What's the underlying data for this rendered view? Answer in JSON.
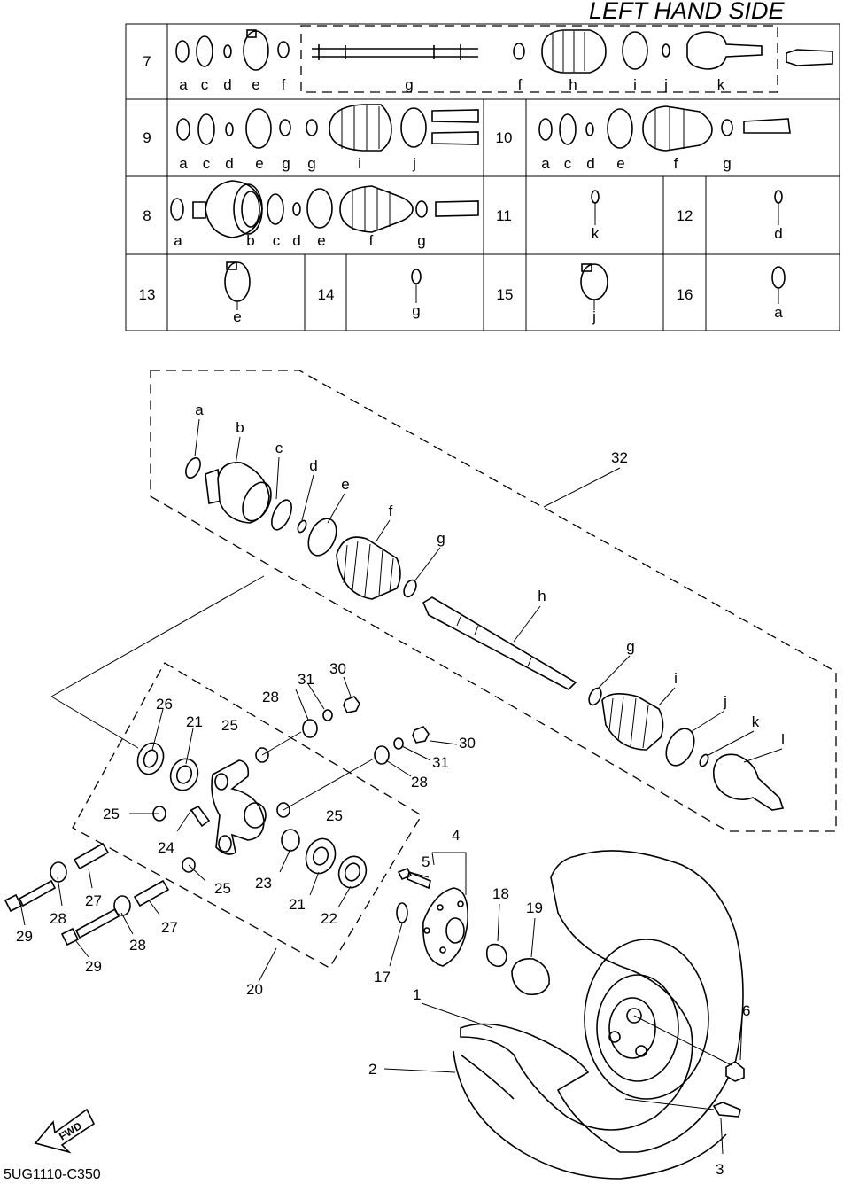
{
  "title": "LEFT HAND SIDE",
  "reference_code": "5UG1110-C350",
  "fwd_label": "FWD",
  "kit_table": [
    {
      "row": "7",
      "labels": [
        "a",
        "c",
        "d",
        "e",
        "f",
        "g",
        "f",
        "h",
        "i",
        "j",
        "k"
      ]
    },
    {
      "row": "9",
      "labels": [
        "a",
        "c",
        "d",
        "e",
        "g",
        "g",
        "i",
        "j"
      ]
    },
    {
      "row": "10",
      "labels": [
        "a",
        "c",
        "d",
        "e",
        "f",
        "g"
      ]
    },
    {
      "row": "8",
      "labels": [
        "a",
        "b",
        "c",
        "d",
        "e",
        "f",
        "g"
      ]
    },
    {
      "row": "11",
      "labels": [
        "k"
      ]
    },
    {
      "row": "12",
      "labels": [
        "d"
      ]
    },
    {
      "row": "13",
      "labels": [
        "e"
      ]
    },
    {
      "row": "14",
      "labels": [
        "g"
      ]
    },
    {
      "row": "15",
      "labels": [
        "j"
      ]
    },
    {
      "row": "16",
      "labels": [
        "a"
      ]
    }
  ],
  "shaft_letters": [
    "a",
    "b",
    "c",
    "d",
    "e",
    "f",
    "g",
    "h",
    "g",
    "i",
    "j",
    "k",
    "l"
  ],
  "part_numbers": [
    "1",
    "2",
    "3",
    "4",
    "5",
    "6",
    "17",
    "18",
    "19",
    "20",
    "21",
    "21",
    "22",
    "23",
    "24",
    "25",
    "25",
    "25",
    "25",
    "26",
    "27",
    "27",
    "28",
    "28",
    "28",
    "28",
    "29",
    "29",
    "30",
    "30",
    "31",
    "31",
    "32"
  ]
}
